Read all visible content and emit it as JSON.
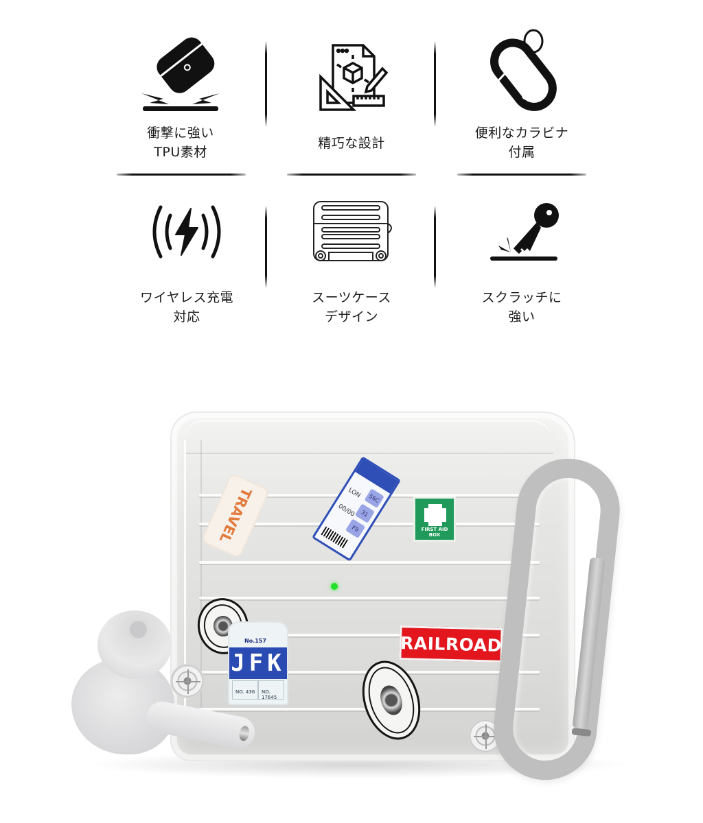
{
  "features": [
    {
      "id": "shock",
      "icon": "shock-resistant-case-icon",
      "label": "衝撃に強い\nTPU素材"
    },
    {
      "id": "design",
      "icon": "blueprint-design-icon",
      "label": "精巧な設計"
    },
    {
      "id": "carabiner",
      "icon": "carabiner-icon",
      "label": "便利なカラビナ\n付属"
    },
    {
      "id": "wireless",
      "icon": "wireless-charging-icon",
      "label": "ワイヤレス充電\n対応"
    },
    {
      "id": "suitcase",
      "icon": "suitcase-icon",
      "label": "スーツケース\nデザイン"
    },
    {
      "id": "scratch",
      "icon": "scratch-resistant-key-icon",
      "label": "スクラッチに\n強い"
    }
  ],
  "product_photo": {
    "stickers": {
      "travel": "TRAVEL",
      "ticket": {
        "from": "LON",
        "date": "00/00",
        "flight": "56C",
        "seat": "31",
        "gate": "F9"
      },
      "first_aid": "FIRST AID\nBOX",
      "jfk": {
        "number": "No.157",
        "code": "JFK",
        "flight_no": "NO. 436",
        "member_no": "NO. 17645"
      },
      "railroad": "RAILROAD"
    },
    "colors": {
      "railroad_red": "#e3161e",
      "jfk_blue": "#2a4bb2",
      "first_aid_green": "#1f9a5a",
      "ticket_blue": "#2f4fb7",
      "led_green": "#22e12b",
      "travel_orange": "#e17a3c",
      "carabiner_silver": "#bfbfbf"
    }
  }
}
